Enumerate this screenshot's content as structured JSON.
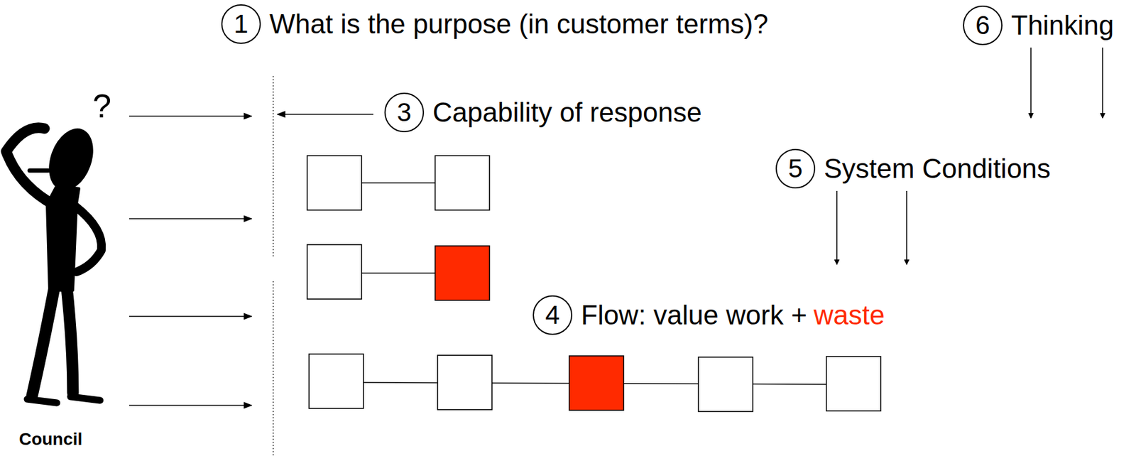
{
  "diagram": {
    "nodes": [
      {
        "text": [
          "1",
          "What is the purpose (in customer terms)?"
        ]
      },
      {
        "text": [
          "6",
          "Thinking"
        ]
      },
      {
        "text": [
          "3",
          "Capability of response"
        ]
      },
      {
        "text": [
          "5",
          "System Conditions"
        ]
      },
      {
        "text": [
          "4",
          "Flow: value work +",
          "waste"
        ]
      }
    ],
    "edges": [
      {
        "from": 1,
        "to": 3,
        "arrow": "to"
      },
      {
        "from": 1,
        "to": 3,
        "arrow": "to"
      },
      {
        "from": 3,
        "to": 4,
        "arrow": "to"
      },
      {
        "from": 3,
        "to": 4,
        "arrow": "to"
      }
    ],
    "labels": [
      "?",
      "Council"
    ]
  }
}
